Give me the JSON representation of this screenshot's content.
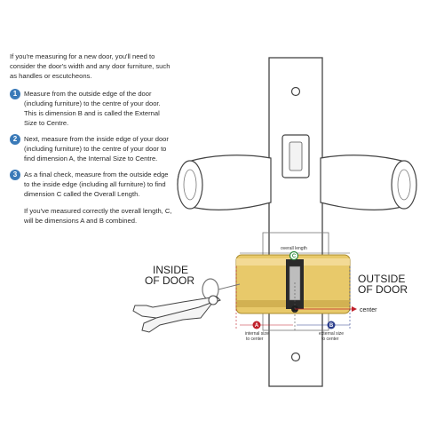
{
  "instructions": {
    "intro": "If you're measuring for a new door, you'll need to consider the door's width and any door furniture, such as handles or escutcheons.",
    "steps": [
      {
        "num": "1",
        "text": "Measure from the outside edge of the door (including furniture) to the centre of your door. This is dimension B and is called the External Size to Centre."
      },
      {
        "num": "2",
        "text": "Next, measure from the inside edge of your door (including furniture) to the centre of your door to find dimension A, the Internal Size to Centre."
      },
      {
        "num": "3",
        "text": "As a final check, measure from the outside edge to the inside edge (including all furniture) to find dimension C called the Overall Length."
      }
    ],
    "outro": "If you've measured correctly the overall length, C, will be dimensions A and B combined."
  },
  "diagram": {
    "inside_label_1": "INSIDE",
    "inside_label_2": "OF DOOR",
    "outside_label_1": "OUTSIDE",
    "outside_label_2": "OF DOOR",
    "center_label": "center",
    "overall_length_label": "overall length",
    "marker_c": "C",
    "marker_a": "A",
    "marker_b": "B",
    "internal_label_1": "internal size",
    "internal_label_2": "to center",
    "external_label_1": "external size",
    "external_label_2": "to center"
  },
  "colors": {
    "badge": "#3a7ab8",
    "brass": "#e8c96a",
    "marker_a": "#c0202a",
    "marker_b": "#2c3e8c",
    "marker_c": "#2a8a3a"
  }
}
